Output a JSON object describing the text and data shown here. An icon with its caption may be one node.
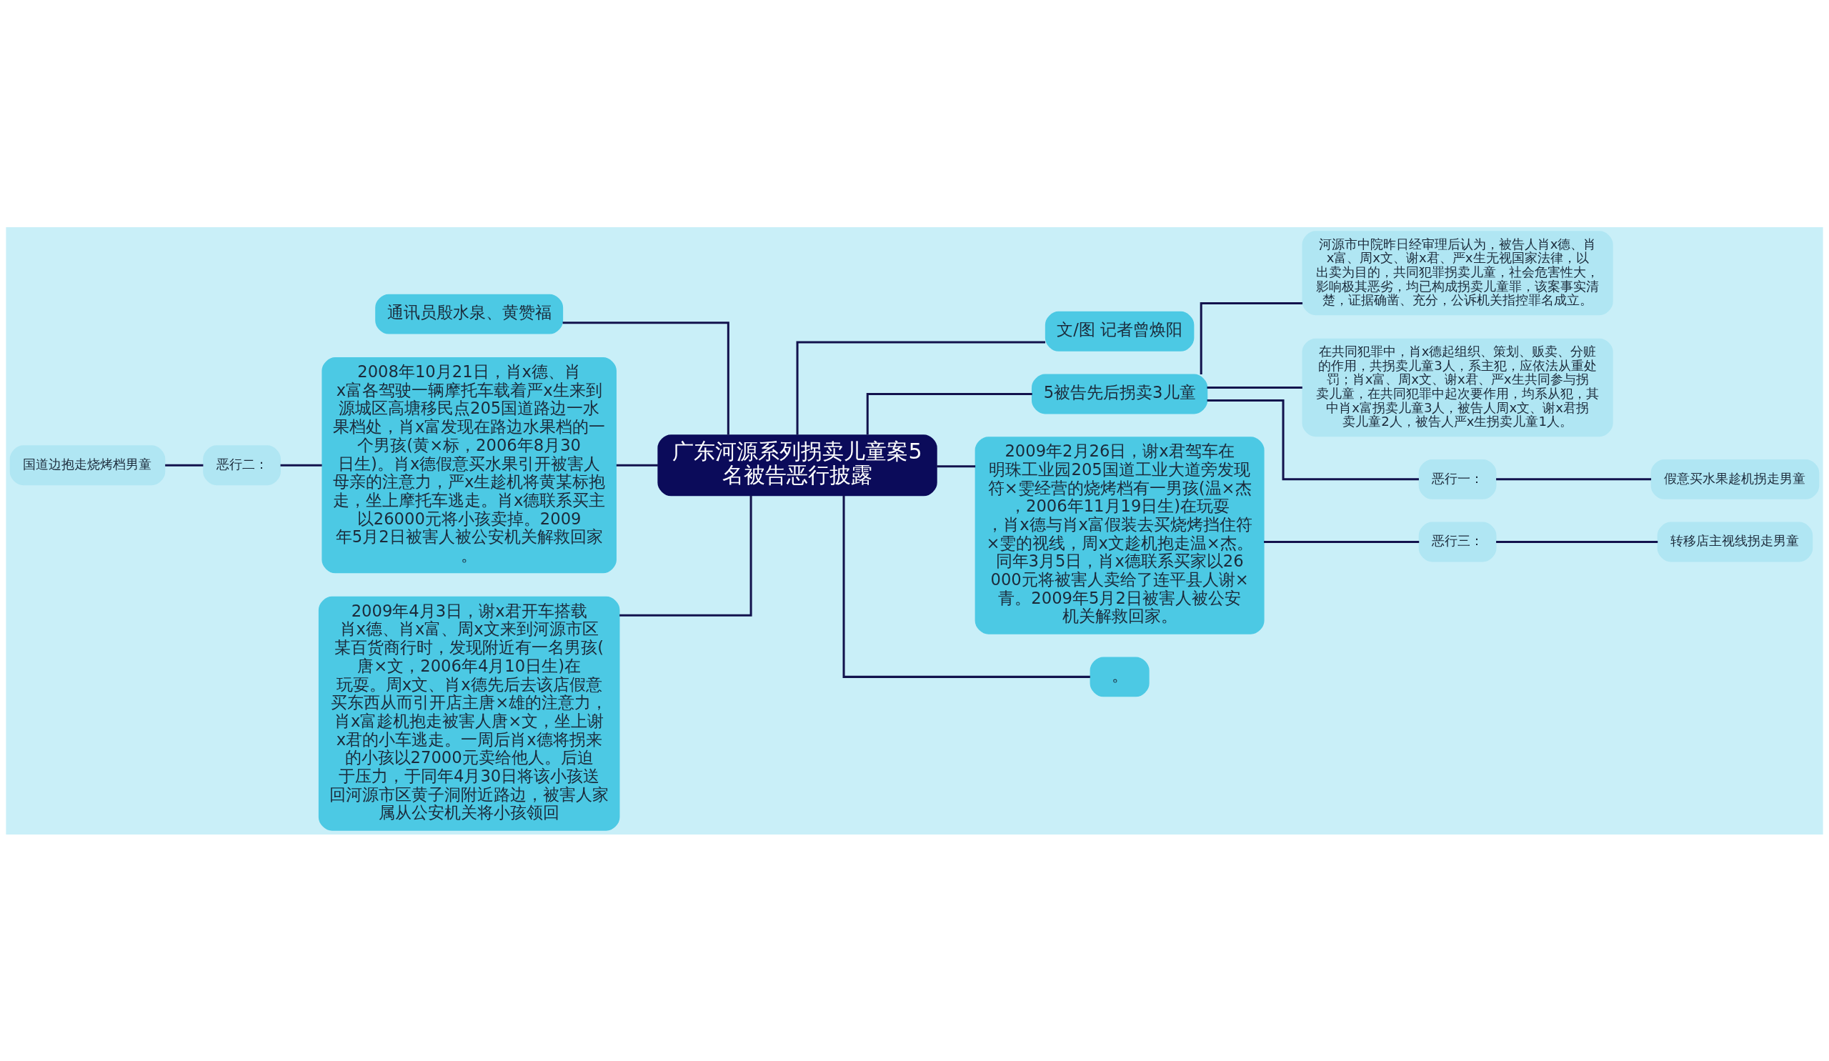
{
  "diagram": {
    "nodes": [
      {
        "text": [
          "广东河源系列拐卖儿童案5名被告恶行披露"
        ]
      },
      {
        "text": [
          "文/图 记者曾焕阳"
        ]
      },
      {
        "text": [
          "5被告先后拐卖3儿童"
        ]
      },
      {
        "text": [
          "河源市中院昨日经审理后认为，被告人肖x德、肖x富、周x文、谢x君、严x生无视国家法律，以出卖为目的，共同犯罪拐卖儿童，社会危害性大，影响极其恶劣，均已构成拐卖儿童罪，该案事实清楚，证据确凿、充分，公诉机关指控罪名成立。"
        ]
      },
      {
        "text": [
          "在共同犯罪中，肖x德起组织、策划、贩卖、分赃的作用，共拐卖儿童3人，系主犯，应依法从重处罚；肖x富、周x文、谢x君、严x生共同参与拐卖儿童，在共同犯罪中起次要作用，均系从犯，其中肖x富拐卖儿童3人，被告人周x文、谢x君拐卖儿童2人，被告人严x生拐卖儿童1人。"
        ]
      },
      {
        "text": [
          "恶行一："
        ]
      },
      {
        "text": [
          "假意买水果趁机拐走男童"
        ]
      },
      {
        "text": [
          "2009年2月26日，谢x君驾车在明珠工业园205国道工业大道旁发现符×雯经营的烧烤档有一男孩(温×杰，2006年11月19日生)在玩耍，肖x德与肖x富假装去买烧烤挡住符×雯的视线，周x文趁机抱走温×杰。同年3月5日，肖x德联系买家以26000元将被害人卖给了连平县人谢×青。2009年5月2日被害人被公安机关解救回家。"
        ]
      },
      {
        "text": [
          "恶行三："
        ]
      },
      {
        "text": [
          "转移店主视线拐走男童"
        ]
      },
      {
        "text": [
          "。"
        ]
      },
      {
        "text": [
          "通讯员殷水泉、黄赞福"
        ]
      },
      {
        "text": [
          "2008年10月21日，肖x德、肖x富各驾驶一辆摩托车载着严x生来到源城区高塘移民点205国道路边一水果档处，肖x富发现在路边水果档的一个男孩(黄×标，2006年8月30日生)。肖x德假意买水果引开被害人母亲的注意力，严x生趁机将黄某标抱走，坐上摩托车逃走。肖x德联系买主以26000元将小孩卖掉。2009年5月2日被害人被公安机关解救回家。"
        ]
      },
      {
        "text": [
          "恶行二："
        ]
      },
      {
        "text": [
          "国道边抱走烧烤档男童"
        ]
      },
      {
        "text": [
          "2009年4月3日，谢x君开车搭载肖x德、肖x富、周x文来到河源市区某百货商行时，发现附近有一名男孩(唐×文，2006年4月10日生)在玩耍。周x文、肖x德先后去该店假意买东西从而引开店主唐×雄的注意力，肖x富趁机抱走被害人唐×文，坐上谢x君的小车逃走。一周后肖x德将拐来的小孩以27000元卖给他人。后迫于压力，于同年4月30日将该小孩送回河源市区黄子洞附近路边，被害人家属从公安机关将小孩领回"
        ]
      }
    ],
    "edges": [
      {
        "from": 0,
        "to": 1,
        "arrow": "none"
      },
      {
        "from": 0,
        "to": 2,
        "arrow": "none"
      },
      {
        "from": 2,
        "to": 3,
        "arrow": "none"
      },
      {
        "from": 2,
        "to": 4,
        "arrow": "none"
      },
      {
        "from": 2,
        "to": 5,
        "arrow": "none"
      },
      {
        "from": 5,
        "to": 6,
        "arrow": "none"
      },
      {
        "from": 0,
        "to": 7,
        "arrow": "none"
      },
      {
        "from": 7,
        "to": 8,
        "arrow": "none"
      },
      {
        "from": 8,
        "to": 9,
        "arrow": "none"
      },
      {
        "from": 0,
        "to": 10,
        "arrow": "none"
      },
      {
        "from": 0,
        "to": 11,
        "arrow": "none"
      },
      {
        "from": 0,
        "to": 12,
        "arrow": "none"
      },
      {
        "from": 12,
        "to": 13,
        "arrow": "none"
      },
      {
        "from": 13,
        "to": 14,
        "arrow": "none"
      },
      {
        "from": 0,
        "to": 15,
        "arrow": "none"
      }
    ]
  }
}
